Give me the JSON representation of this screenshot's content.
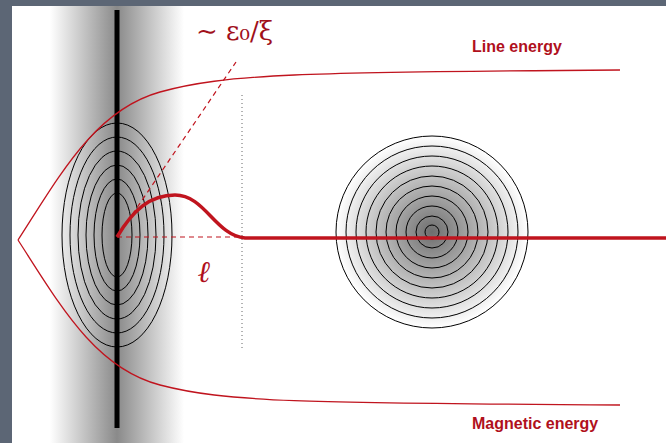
{
  "diagram": {
    "labels": [
      "∼ ε₀/ξ",
      "Line energy",
      "ℓ",
      "Magnetic energy"
    ]
  }
}
